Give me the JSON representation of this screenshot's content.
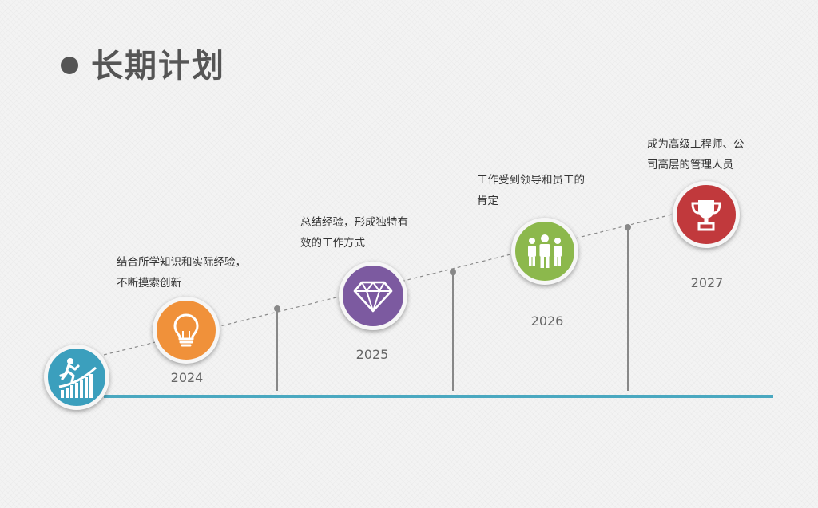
{
  "header": {
    "title": "长期计划"
  },
  "timeline": [
    {
      "year": "2024",
      "icon": "lightbulb-icon",
      "color": "#f0913a",
      "desc_lines": [
        "结合所学知识和实际经验，",
        "不断摸索创新"
      ]
    },
    {
      "year": "2025",
      "icon": "diamond-icon",
      "color": "#7c5aa0",
      "desc_lines": [
        "总结经验，形成独特有",
        "效的工作方式"
      ]
    },
    {
      "year": "2026",
      "icon": "people-group-icon",
      "color": "#8cb84c",
      "desc_lines": [
        "工作受到领导和员工的",
        "肯定"
      ]
    },
    {
      "year": "2027",
      "icon": "trophy-icon",
      "color": "#c1393c",
      "desc_lines": [
        "成为高级工程师、公",
        "司高层的管理人员"
      ]
    }
  ],
  "start": {
    "icon": "climbing-person-icon",
    "color": "#3b9fbd"
  }
}
